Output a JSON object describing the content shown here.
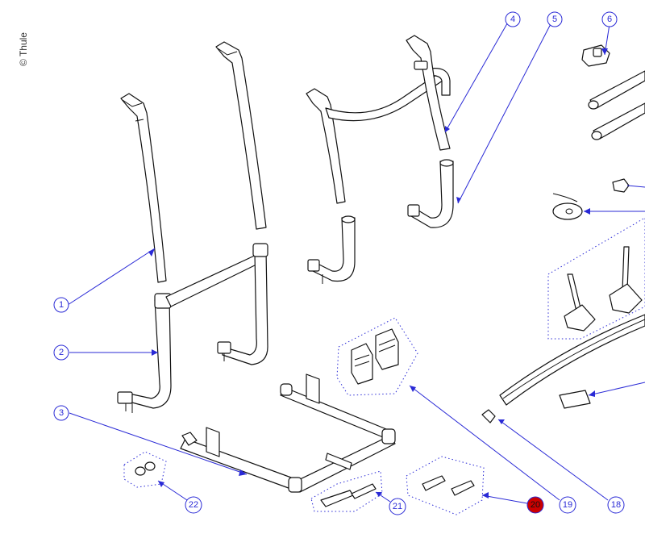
{
  "copyright": "© Thule",
  "colors": {
    "callout": "#2a2ad6",
    "line_art": "#111111",
    "highlight": "#cc0000",
    "group_outline": "#2a2ad6"
  },
  "callouts": [
    {
      "id": "c1",
      "label": "1"
    },
    {
      "id": "c2",
      "label": "2"
    },
    {
      "id": "c3",
      "label": "3"
    },
    {
      "id": "c4",
      "label": "4"
    },
    {
      "id": "c5",
      "label": "5"
    },
    {
      "id": "c6",
      "label": "6"
    },
    {
      "id": "c18",
      "label": "18"
    },
    {
      "id": "c19",
      "label": "19"
    },
    {
      "id": "c20",
      "label": "20",
      "highlighted": true
    },
    {
      "id": "c21",
      "label": "21"
    },
    {
      "id": "c22",
      "label": "22"
    }
  ]
}
